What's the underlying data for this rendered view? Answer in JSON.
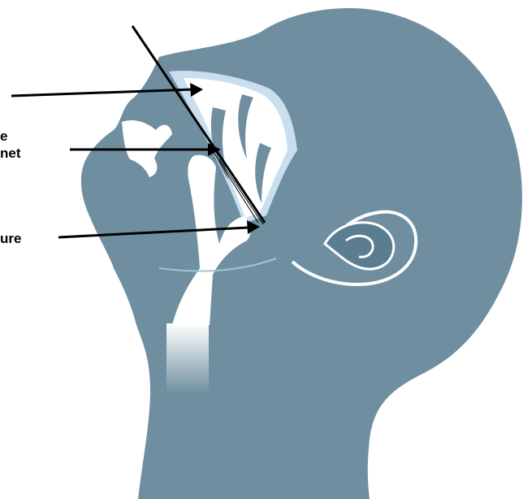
{
  "labels": {
    "label_1_line1": "e",
    "label_1_line2": "net",
    "label_2": "ure"
  },
  "colors": {
    "head": "#6f8fa0",
    "nasal_passage": "#ffffff",
    "cavity_edge": "#c9dff0",
    "ear_detail": "#5a7d90",
    "arrow": "#000000",
    "background": "#ffffff"
  },
  "icons": {
    "arrow_head": "filled-triangle"
  }
}
